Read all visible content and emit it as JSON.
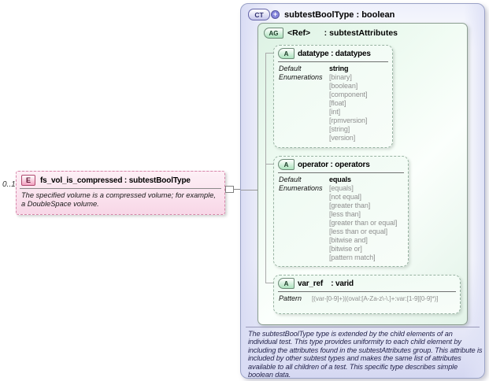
{
  "cardinality": "0..1",
  "element": {
    "icon": "E",
    "title": "fs_vol_is_compressed : subtestBoolType",
    "description": "The specified volume is a compressed volume; for example, a DoubleSpace volume."
  },
  "complex_type": {
    "icon": "CT",
    "expand_glyph": "+",
    "title": "subtestBoolType : boolean",
    "attribute_group": {
      "icon": "AG",
      "title": "<Ref>      : subtestAttributes",
      "attributes": [
        {
          "icon": "A",
          "title": "datatype : datatypes",
          "rows": [
            {
              "label": "Default",
              "values": [
                "string"
              ]
            },
            {
              "label": "Enumerations",
              "values": [
                "[binary]",
                "[boolean]",
                "[component]",
                "[float]",
                "[int]",
                "[rpmversion]",
                "[string]",
                "[version]"
              ]
            }
          ]
        },
        {
          "icon": "A",
          "title": "operator : operators",
          "rows": [
            {
              "label": "Default",
              "values": [
                "equals"
              ]
            },
            {
              "label": "Enumerations",
              "values": [
                "[equals]",
                "[not equal]",
                "[greater than]",
                "[less than]",
                "[greater than or equal]",
                "[less than or equal]",
                "[bitwise and]",
                "[bitwise or]",
                "[pattern match]"
              ]
            }
          ]
        },
        {
          "icon": "A",
          "title": "var_ref    : varid",
          "rows": [
            {
              "label": "Pattern",
              "values": [
                "[(var-[0-9]+)|(oval:[A-Za-z\\-\\.]+:var:[1-9][0-9]*)]"
              ]
            }
          ]
        }
      ]
    },
    "annotation": "The subtestBoolType type is extended by the child elements of an individual test.  This type provides uniformity to each child element by including the attributes found in the subtestAttributes group.  This attribute is included by other subtest types and makes the same list of attributes available to all children of a test.  This specific type describes simple boolean data."
  },
  "colors": {
    "element_fill": "#f8d7e7",
    "element_border": "#d786aa",
    "panel_fill": "#d9dcf4",
    "panel_border": "#9aa2c6",
    "group_fill": "#e4f5ea",
    "group_border": "#8c9e91",
    "attribute_fill": "#eefaf2",
    "attribute_border": "#98b3a2",
    "enum_text": "#8f8f8f",
    "annotation_text": "#26264e"
  }
}
